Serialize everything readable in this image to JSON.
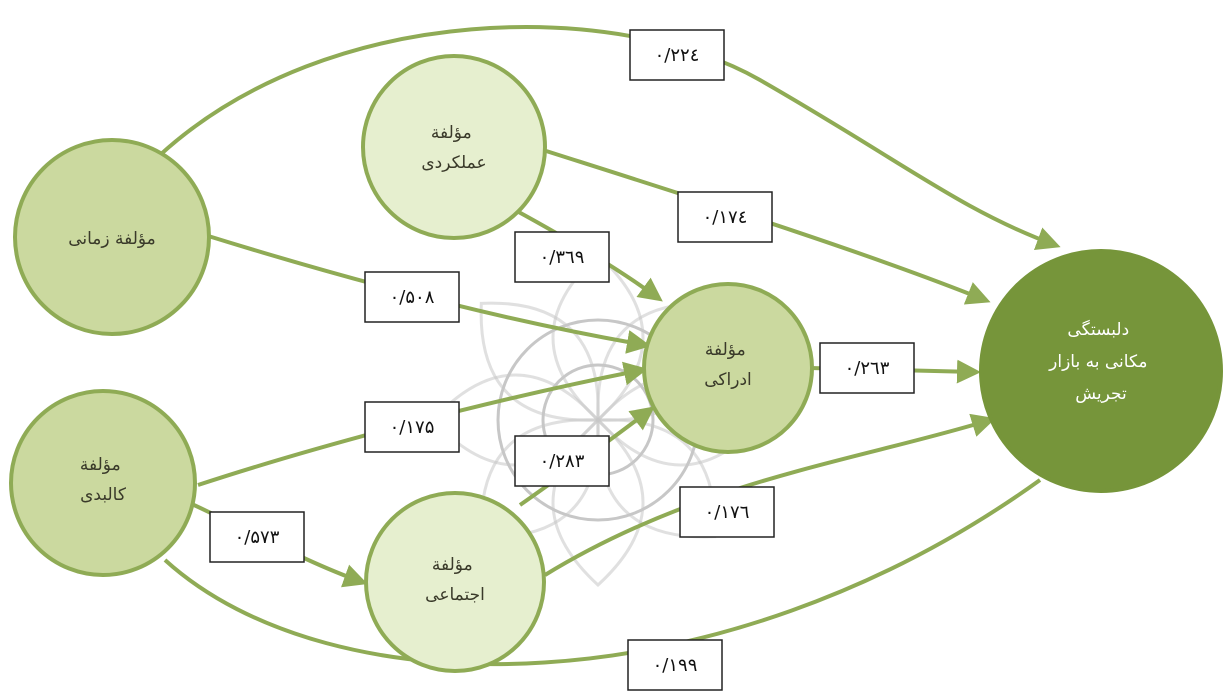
{
  "colors": {
    "edge": "#8fab55",
    "node_light_fill": "#e6efcf",
    "node_mid_fill": "#cbd99f",
    "node_dark_fill": "#76953a",
    "node_border": "#8fab55",
    "watermark": "#c7c7c7"
  },
  "nodes": {
    "temporal": [
      "مؤلفة زمانی"
    ],
    "functional": [
      "مؤلفة",
      "عملکردی"
    ],
    "physical": [
      "مؤلفة",
      "کالبدی"
    ],
    "perceptual": [
      "مؤلفة",
      "ادراکی"
    ],
    "social": [
      "مؤلفة",
      "اجتماعی"
    ],
    "attachment": [
      "دلبستگی",
      "مکانی به بازار",
      "تجریش"
    ]
  },
  "edges": {
    "temporal_attachment": "۰/۲۲٤",
    "functional_attachment": "۰/۱۷٤",
    "functional_perceptual": "۰/۳٦۹",
    "temporal_perceptual": "۰/۵۰۸",
    "perceptual_attachment": "۰/۲٦۳",
    "physical_perceptual": "۰/۱۷۵",
    "social_perceptual": "۰/۲۸۳",
    "social_attachment": "۰/۱۷٦",
    "physical_social": "۰/۵۷۳",
    "physical_attachment": "۰/۱۹۹"
  }
}
